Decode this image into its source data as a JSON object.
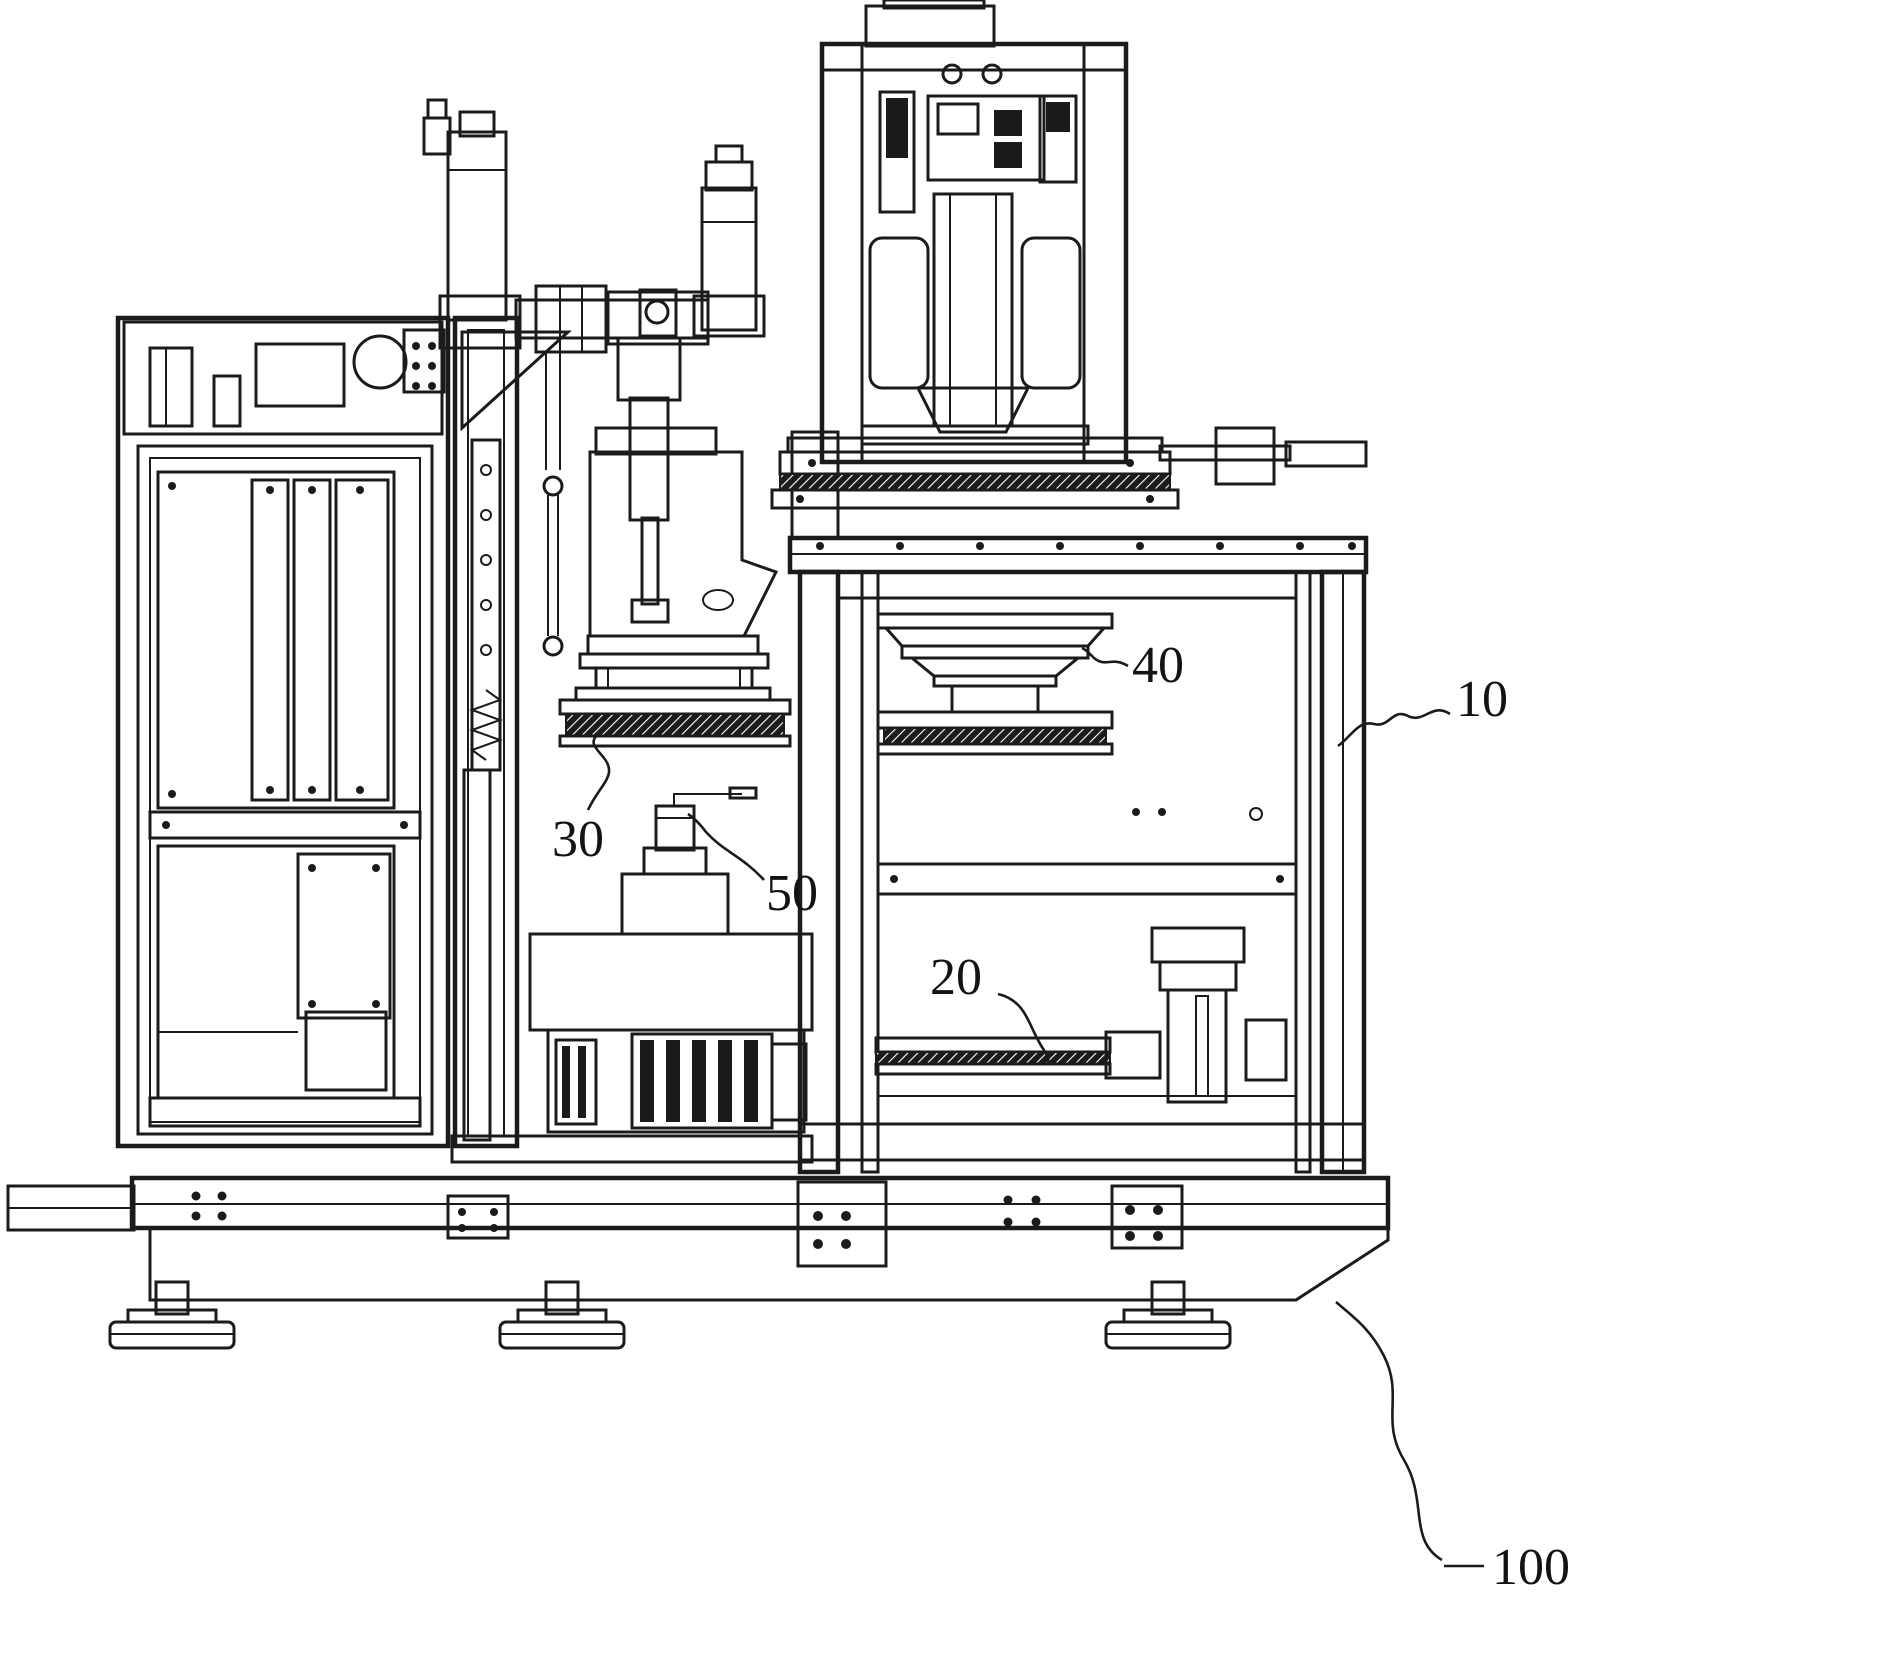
{
  "figure": {
    "paper_color": "#ffffff",
    "ink_color": "#1b1b1b"
  },
  "labels": {
    "ref10": "10",
    "ref20": "20",
    "ref30": "30",
    "ref40": "40",
    "ref50": "50",
    "ref100": "100"
  }
}
